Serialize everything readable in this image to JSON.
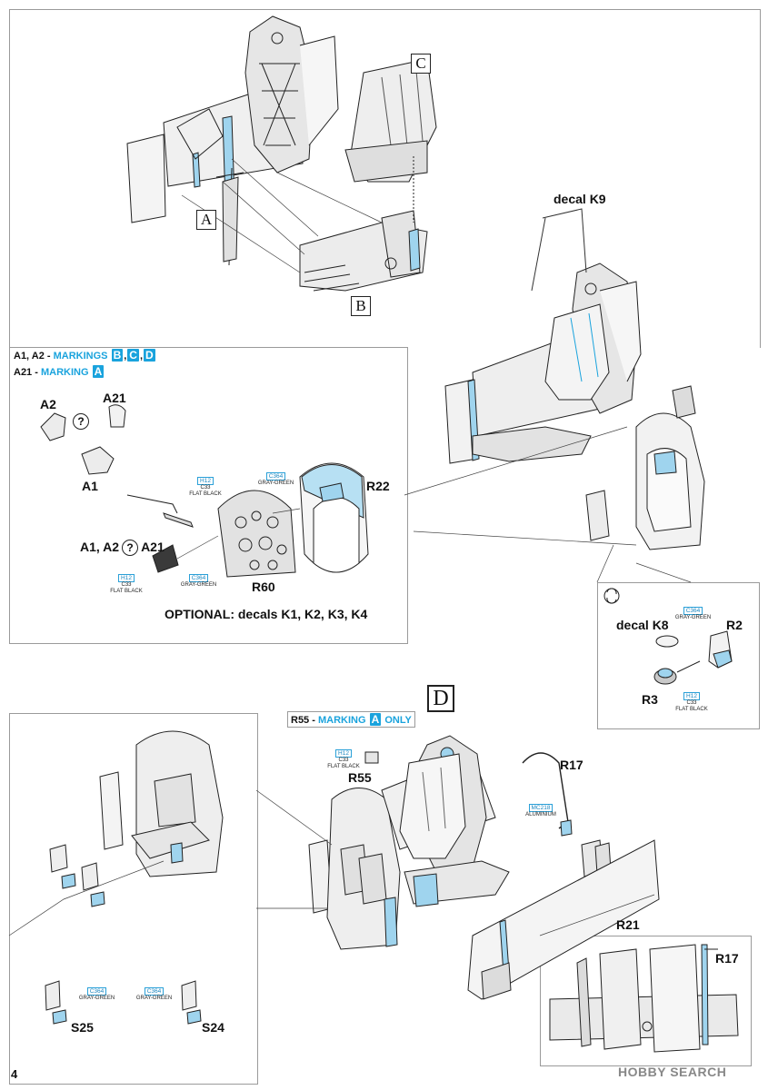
{
  "step_boxes": {
    "a": "A",
    "b": "B",
    "c": "C",
    "d": "D"
  },
  "callouts": {
    "decal_k9": "decal K9",
    "a2": "A2",
    "a21_top": "A21",
    "a1": "A1",
    "r22": "R22",
    "r60": "R60",
    "a1a2_prefix": "A1, A2",
    "a21_mid": "A21",
    "optional": "OPTIONAL: decals K1, K2, K3, K4",
    "decal_k8": "decal K8",
    "r2": "R2",
    "r3": "R3",
    "r55": "R55",
    "r17_top": "R17",
    "r21": "R21",
    "r17_inset": "R17",
    "s25": "S25",
    "s24": "S24",
    "question": "?"
  },
  "headers": {
    "line1_prefix": "A1, A2 - ",
    "line1_word": "MARKINGS",
    "line1_marks": [
      "B",
      "C",
      "D"
    ],
    "line2_prefix": "A21 - ",
    "line2_word": "MARKING",
    "line2_mark": "A",
    "r55_prefix": "R55 - ",
    "r55_word": "MARKING",
    "r55_mark": "A",
    "r55_suffix": "ONLY"
  },
  "paints": {
    "h12_top": {
      "h": "H12",
      "c": "C33",
      "name": "FLAT BLACK"
    },
    "c364_top": {
      "c": "C364",
      "name": "GRAY-GREEN"
    },
    "h12_mid": {
      "h": "H12",
      "c": "C33",
      "name": "FLAT BLACK"
    },
    "c364_mid": {
      "c": "C364",
      "name": "GRAY-GREEN"
    },
    "c364_r2": {
      "c": "C364",
      "name": "GRAY-GREEN"
    },
    "h12_r3": {
      "h": "H12",
      "c": "C33",
      "name": "FLAT BLACK"
    },
    "h12_r55": {
      "h": "H12",
      "c": "C33",
      "name": "FLAT BLACK"
    },
    "mc218": {
      "c": "MC218",
      "name": "ALUMINIUM"
    },
    "c364_s25": {
      "c": "C364",
      "name": "GRAY-GREEN"
    },
    "c364_s24": {
      "c": "C364",
      "name": "GRAY-GREEN"
    }
  },
  "page_number": "4",
  "watermark": "HOBBY SEARCH",
  "colors": {
    "accent": "#1aa3dd",
    "line": "#222222",
    "frame": "#9a9a9a"
  }
}
